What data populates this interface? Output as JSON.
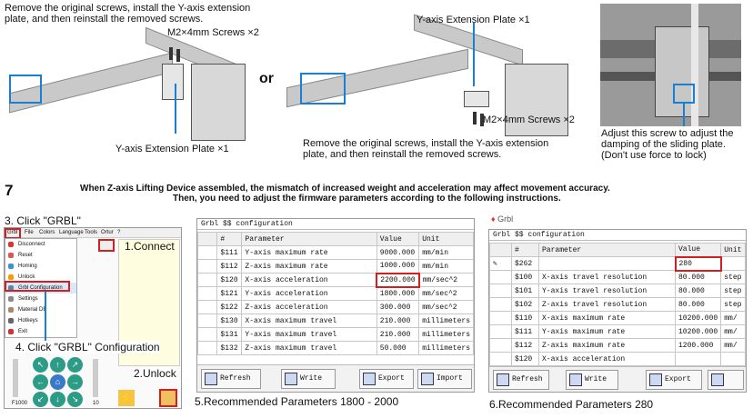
{
  "top_left": {
    "instruction": "Remove the original screws, install the Y-axis extension plate, and then reinstall the removed screws.",
    "screw_label": "M2×4mm Screws ×2",
    "plate_label": "Y-axis Extension Plate ×1"
  },
  "or_label": "or",
  "top_middle": {
    "plate_label": "Y-axis Extension Plate ×1",
    "screw_label": "M2×4mm Screws ×2",
    "instruction": "Remove the original screws, install the Y-axis extension plate, and then reinstall the removed screws."
  },
  "top_right": {
    "instruction": "Adjust this screw to adjust the damping of the sliding plate. (Don't use force to lock)"
  },
  "section": {
    "number": "7",
    "line1": "When Z-axis Lifting Device assembled, the mismatch of increased weight and acceleration may affect movement accuracy.",
    "line2": "Then, you need to adjust the firmware parameters according to the following instructions."
  },
  "steps": {
    "step3": "3. Click \"GRBL\"",
    "step1": "1.Connect",
    "step4": "4. Click \"GRBL\" Configuration",
    "step2": "2.Unlock",
    "step5": "5.Recommended Parameters 1800 - 2000",
    "step6": "6.Recommended Parameters 280"
  },
  "grbl_app": {
    "menu_bar": [
      "Grbl",
      "File",
      "Colors",
      "Language",
      "Tools",
      "Ortur",
      "?"
    ],
    "menu_items": [
      "Disconnect",
      "Reset",
      "Homing",
      "Unlock",
      "Grbl Configuration",
      "Settings",
      "Material DB",
      "Hotkeys",
      "Exit"
    ],
    "slider_left_label": "F1000",
    "slider_right_label": "10"
  },
  "table1": {
    "title": "Grbl $$ configuration",
    "headers": [
      "#",
      "Parameter",
      "Value",
      "Unit"
    ],
    "rows": [
      [
        "$111",
        "Y-axis maximum rate",
        "9000.000",
        "mm/min"
      ],
      [
        "$112",
        "Z-axis maximum rate",
        "1000.000",
        "mm/min"
      ],
      [
        "$120",
        "X-axis acceleration",
        "2200.000",
        "mm/sec^2"
      ],
      [
        "$121",
        "Y-axis acceleration",
        "1800.000",
        "mm/sec^2"
      ],
      [
        "$122",
        "Z-axis acceleration",
        "300.000",
        "mm/sec^2"
      ],
      [
        "$130",
        "X-axis maximum travel",
        "210.000",
        "millimeters"
      ],
      [
        "$131",
        "Y-axis maximum travel",
        "210.000",
        "millimeters"
      ],
      [
        "$132",
        "Z-axis maximum travel",
        "50.000",
        "millimeters"
      ]
    ],
    "buttons": [
      "Refresh",
      "Write",
      "Export",
      "Import"
    ]
  },
  "table2": {
    "app_name": "Grbl",
    "title": "Grbl $$ configuration",
    "headers": [
      "#",
      "Parameter",
      "Value",
      "Unit"
    ],
    "rows": [
      [
        "$262",
        "",
        "280",
        ""
      ],
      [
        "$100",
        "X-axis travel resolution",
        "80.000",
        "step"
      ],
      [
        "$101",
        "Y-axis travel resolution",
        "80.000",
        "step"
      ],
      [
        "$102",
        "Z-axis travel resolution",
        "80.000",
        "step"
      ],
      [
        "$110",
        "X-axis maximum rate",
        "10200.000",
        "mm/"
      ],
      [
        "$111",
        "Y-axis maximum rate",
        "10200.000",
        "mm/"
      ],
      [
        "$112",
        "Z-axis maximum rate",
        "1200.000",
        "mm/"
      ],
      [
        "$120",
        "X-axis acceleration",
        "",
        ""
      ]
    ],
    "buttons": [
      "Refresh",
      "Write",
      "Export"
    ]
  },
  "colors": {
    "accent_blue": "#1a7fd1",
    "highlight_red": "#d02020",
    "jog_green": "#2c9c86"
  }
}
